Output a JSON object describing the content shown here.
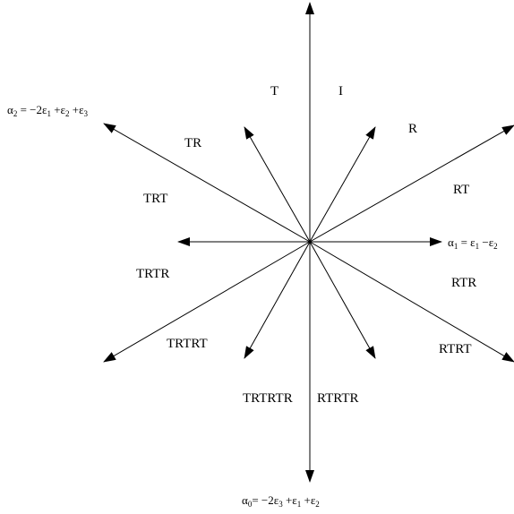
{
  "colors": {
    "ink": "#000000",
    "background": "#ffffff"
  },
  "roots": {
    "alpha0": {
      "symbol": "α",
      "index": "0",
      "equation": "= −2ε",
      "eq_index_1": "3",
      "eq_part_2": " +ε",
      "eq_index_2": "1",
      "eq_part_3": " +ε",
      "eq_index_3": "2"
    },
    "alpha1": {
      "symbol": "α",
      "index": "1",
      "equation": " = ε",
      "eq_index_1": "1",
      "eq_part_2": " −ε",
      "eq_index_2": "2"
    },
    "alpha2": {
      "symbol": "α",
      "index": "2",
      "equation": " = −2ε",
      "eq_index_1": "1",
      "eq_part_2": " +ε",
      "eq_index_2": "2",
      "eq_part_3": " +ε",
      "eq_index_3": "3"
    }
  },
  "regions": {
    "I": "I",
    "T": "T",
    "R": "R",
    "TR": "TR",
    "RT": "RT",
    "TRT": "TRT",
    "RTR": "RTR",
    "TRTR": "TRTR",
    "RTRT": "RTRT",
    "TRTRT": "TRTRT",
    "RTRTR": "RTRTR",
    "TRTRTR": "TRTRTR"
  }
}
